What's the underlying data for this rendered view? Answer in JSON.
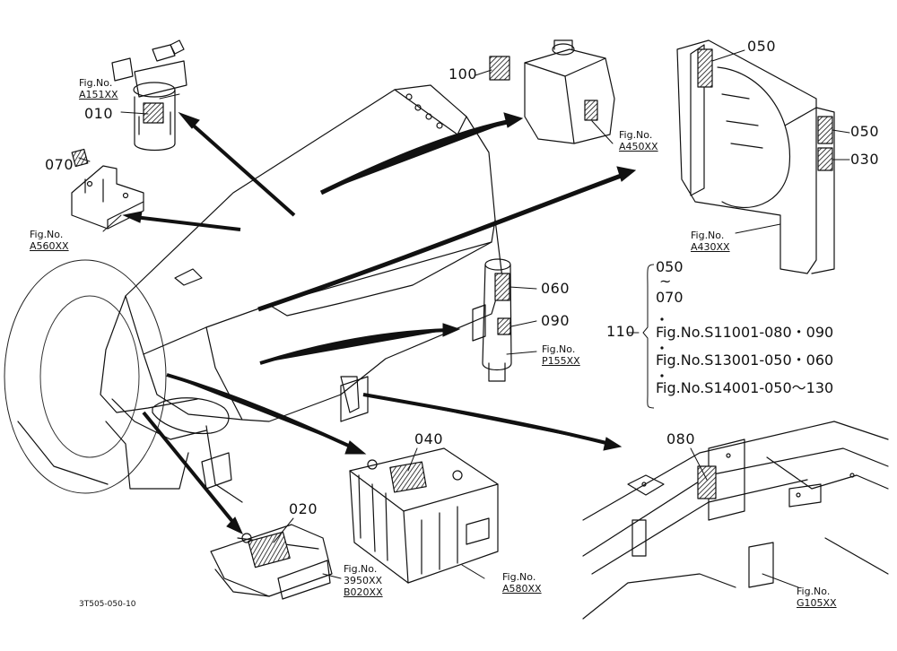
{
  "parts": {
    "p010": "010",
    "p020": "020",
    "p030": "030",
    "p040": "040",
    "p050a": "050",
    "p050b": "050",
    "p060": "060",
    "p070": "070",
    "p080": "080",
    "p090": "090",
    "p100": "100",
    "p110": "110"
  },
  "figs": {
    "a151": {
      "label": "Fig.No.",
      "code": "A151XX"
    },
    "a560": {
      "label": "Fig.No.",
      "code": "A560XX"
    },
    "a450": {
      "label": "Fig.No.",
      "code": "A450XX"
    },
    "a430": {
      "label": "Fig.No.",
      "code": "A430XX"
    },
    "p155": {
      "label": "Fig.No.",
      "code": "P155XX"
    },
    "b020": {
      "label": "Fig.No.",
      "code1": "3950XX",
      "code2": "B020XX"
    },
    "a580": {
      "label": "Fig.No.",
      "code": "A580XX"
    },
    "g105": {
      "label": "Fig.No.",
      "code": "G105XX"
    }
  },
  "reference": {
    "line1": "050",
    "line2": "~",
    "line3": "070",
    "line4": "Fig.No.S11001-080・090",
    "line5": "Fig.No.S13001-050・060",
    "line6": "Fig.No.S14001-050～130"
  },
  "drawing_number": "3T505-050-10",
  "icons": {
    "fuel_filter": "fuel-filter-icon",
    "reservoir": "reservoir-tank-icon",
    "radiator": "radiator-icon",
    "bracket": "bracket-icon",
    "sensor": "sensor-unit-icon",
    "battery": "battery-icon",
    "controller": "controller-icon",
    "frame": "frame-icon"
  }
}
